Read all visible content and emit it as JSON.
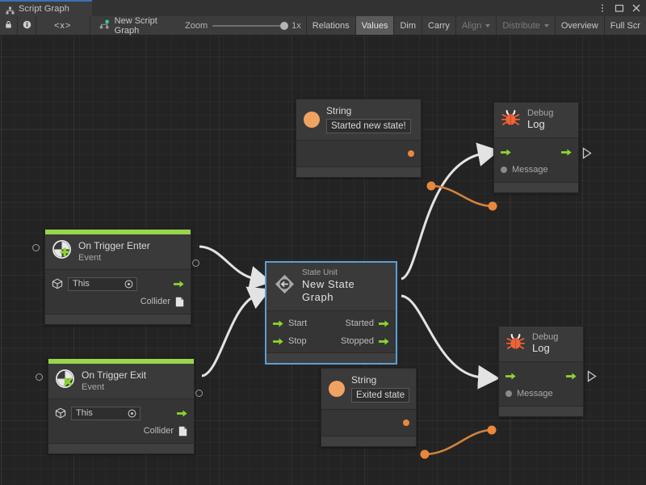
{
  "window": {
    "tab_title": "Script Graph",
    "tab_icon": "graph-icon",
    "controls": {
      "menu": "kebab-menu-icon",
      "maximize": "maximize-icon",
      "close": "close-icon"
    }
  },
  "toolbar": {
    "lock_icon": "lock-icon",
    "info_icon": "info-icon",
    "code_label": "<x>",
    "graph_name": "New Script Graph",
    "zoom_label": "Zoom",
    "zoom_value": "1x",
    "buttons": [
      {
        "label": "Relations",
        "state": "normal",
        "caret": false
      },
      {
        "label": "Values",
        "state": "active",
        "caret": false
      },
      {
        "label": "Dim",
        "state": "normal",
        "caret": false
      },
      {
        "label": "Carry",
        "state": "normal",
        "caret": false
      },
      {
        "label": "Align",
        "state": "dim",
        "caret": true
      },
      {
        "label": "Distribute",
        "state": "dim",
        "caret": true
      },
      {
        "label": "Overview",
        "state": "normal",
        "caret": false
      },
      {
        "label": "Full Scr",
        "state": "normal",
        "caret": false
      }
    ]
  },
  "graph": {
    "accent_green": "#97d64b",
    "accent_orange": "#e8883c",
    "selection_blue": "#5b9fd4",
    "nodes": {
      "on_trigger_enter": {
        "title": "On Trigger Enter",
        "subtitle": "Event",
        "icon": "on-trigger-enter-icon",
        "target_value": "This",
        "output_collider": "Collider"
      },
      "on_trigger_exit": {
        "title": "On Trigger Exit",
        "subtitle": "Event",
        "icon": "on-trigger-exit-icon",
        "target_value": "This",
        "output_collider": "Collider"
      },
      "state_unit": {
        "title": "State Unit",
        "subtitle": "New  State  Graph",
        "icon": "state-unit-icon",
        "in_start": "Start",
        "in_stop": "Stop",
        "out_started": "Started",
        "out_stopped": "Stopped"
      },
      "string_top": {
        "title": "String",
        "icon": "string-literal-icon",
        "value": "Started new state!"
      },
      "string_bottom": {
        "title": "String",
        "icon": "string-literal-icon",
        "value": "Exited state"
      },
      "debug_log_top": {
        "title": "Debug",
        "subtitle": "Log",
        "icon": "debug-bug-icon",
        "input_message": "Message"
      },
      "debug_log_bottom": {
        "title": "Debug",
        "subtitle": "Log",
        "icon": "debug-bug-icon",
        "input_message": "Message"
      }
    }
  }
}
